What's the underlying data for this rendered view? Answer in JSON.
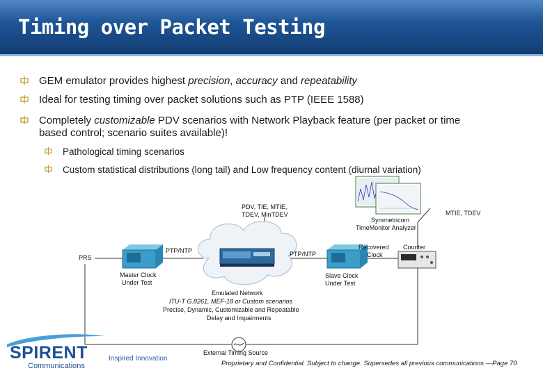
{
  "slide": {
    "title": "Timing over Packet Testing",
    "bullets": [
      {
        "parts": [
          [
            "GEM emulator provides highest ",
            ""
          ],
          [
            "precision",
            "i"
          ],
          [
            ", ",
            ""
          ],
          [
            "accuracy",
            "i"
          ],
          [
            " and ",
            ""
          ],
          [
            "repeatability",
            "i"
          ]
        ]
      },
      {
        "parts": [
          [
            "Ideal for testing timing over packet solutions such as PTP (IEEE 1588)",
            ""
          ]
        ]
      },
      {
        "line1": [
          [
            "Completely ",
            ""
          ],
          [
            "customizable",
            "i"
          ],
          [
            " PDV scenarios with Network Playback feature (per packet or time",
            ""
          ]
        ],
        "line2": [
          [
            "based control; scenario suites available)!",
            ""
          ]
        ]
      }
    ],
    "sub_bullets": [
      "Pathological timing scenarios",
      "Custom statistical distributions (long tail) and Low frequency content (diurnal variation)"
    ]
  },
  "diagram": {
    "metrics_label_1": "PDV, TIE, MTIE,",
    "metrics_label_2": "TDEV, MinTDEV",
    "analyzer_label_1": "Symmetricom",
    "analyzer_label_2": "TimeMonitor Analyzer",
    "mtie_label": "MTIE, TDEV",
    "prs_label": "PRS",
    "ptp_left": "PTP/NTP",
    "ptp_right": "PTP/NTP",
    "recovered_1": "Recovered",
    "recovered_2": "Clock",
    "counter_label": "Counter",
    "master_1": "Master Clock",
    "master_2": "Under Test",
    "slave_1": "Slave Clock",
    "slave_2": "Under Test",
    "emulated_1": "Emulated Network",
    "emulated_2": "ITU-T G.8261, MEF-18 or Custom scenarios",
    "emulated_3": "Precise, Dynamic, Customizable and Repeatable",
    "emulated_4": "Delay and Impairments",
    "external_source": "External Timing Source"
  },
  "footer": {
    "logo": "SPIRENT",
    "logo_sub": "Communications",
    "tagline": "Inspired Innovation",
    "note": "Proprietary and Confidential. Subject to change. Supersedes all previous communications —Page 70"
  },
  "colors": {
    "title_bar": "#1b4f8e",
    "bullet_icon": "#c8a040",
    "logo": "#1f4f96",
    "device": "#3a9ec9"
  }
}
